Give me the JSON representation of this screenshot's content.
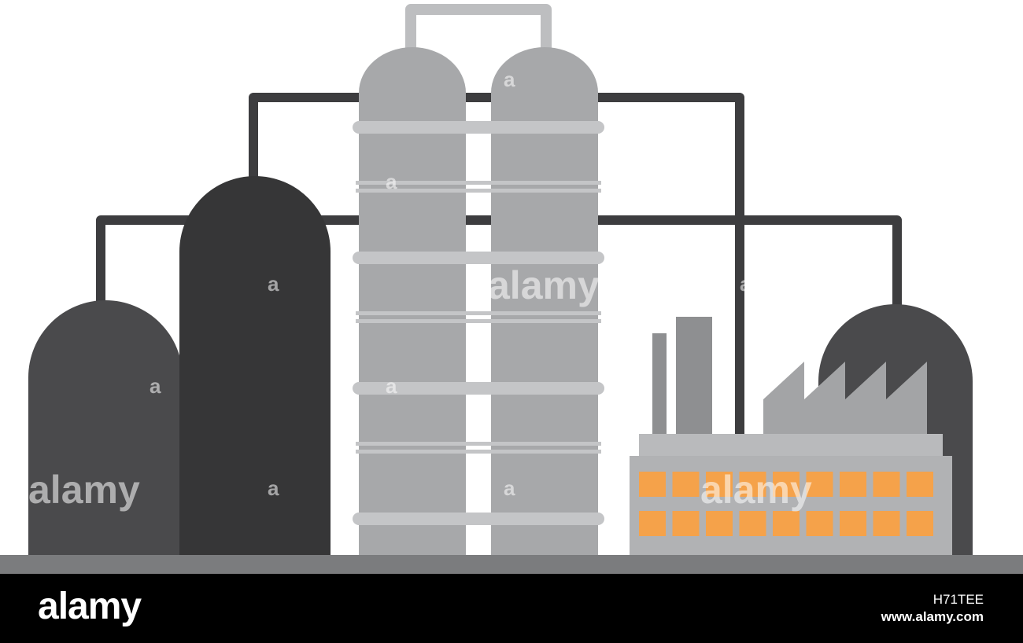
{
  "scene": {
    "subject": "industrial-refinery-plant",
    "colors": {
      "dark_tank": "#4a4a4c",
      "darker_tank": "#363637",
      "column": "#a7a8aa",
      "column_band": "#c4c5c7",
      "pipe": "#3d3d3f",
      "top_pipe": "#bdbec0",
      "factory_body": "#b1b2b4",
      "factory_roof": "#a3a4a6",
      "chimney": "#8e8f91",
      "window": "#f5a24a",
      "ground": "#7b7c7e",
      "watermark_bar": "#000000"
    }
  },
  "watermark": {
    "logo_text": "alamy",
    "image_id": "H71TEE",
    "site": "www.alamy.com",
    "tile_text": "alamy",
    "tile_letter": "a"
  }
}
